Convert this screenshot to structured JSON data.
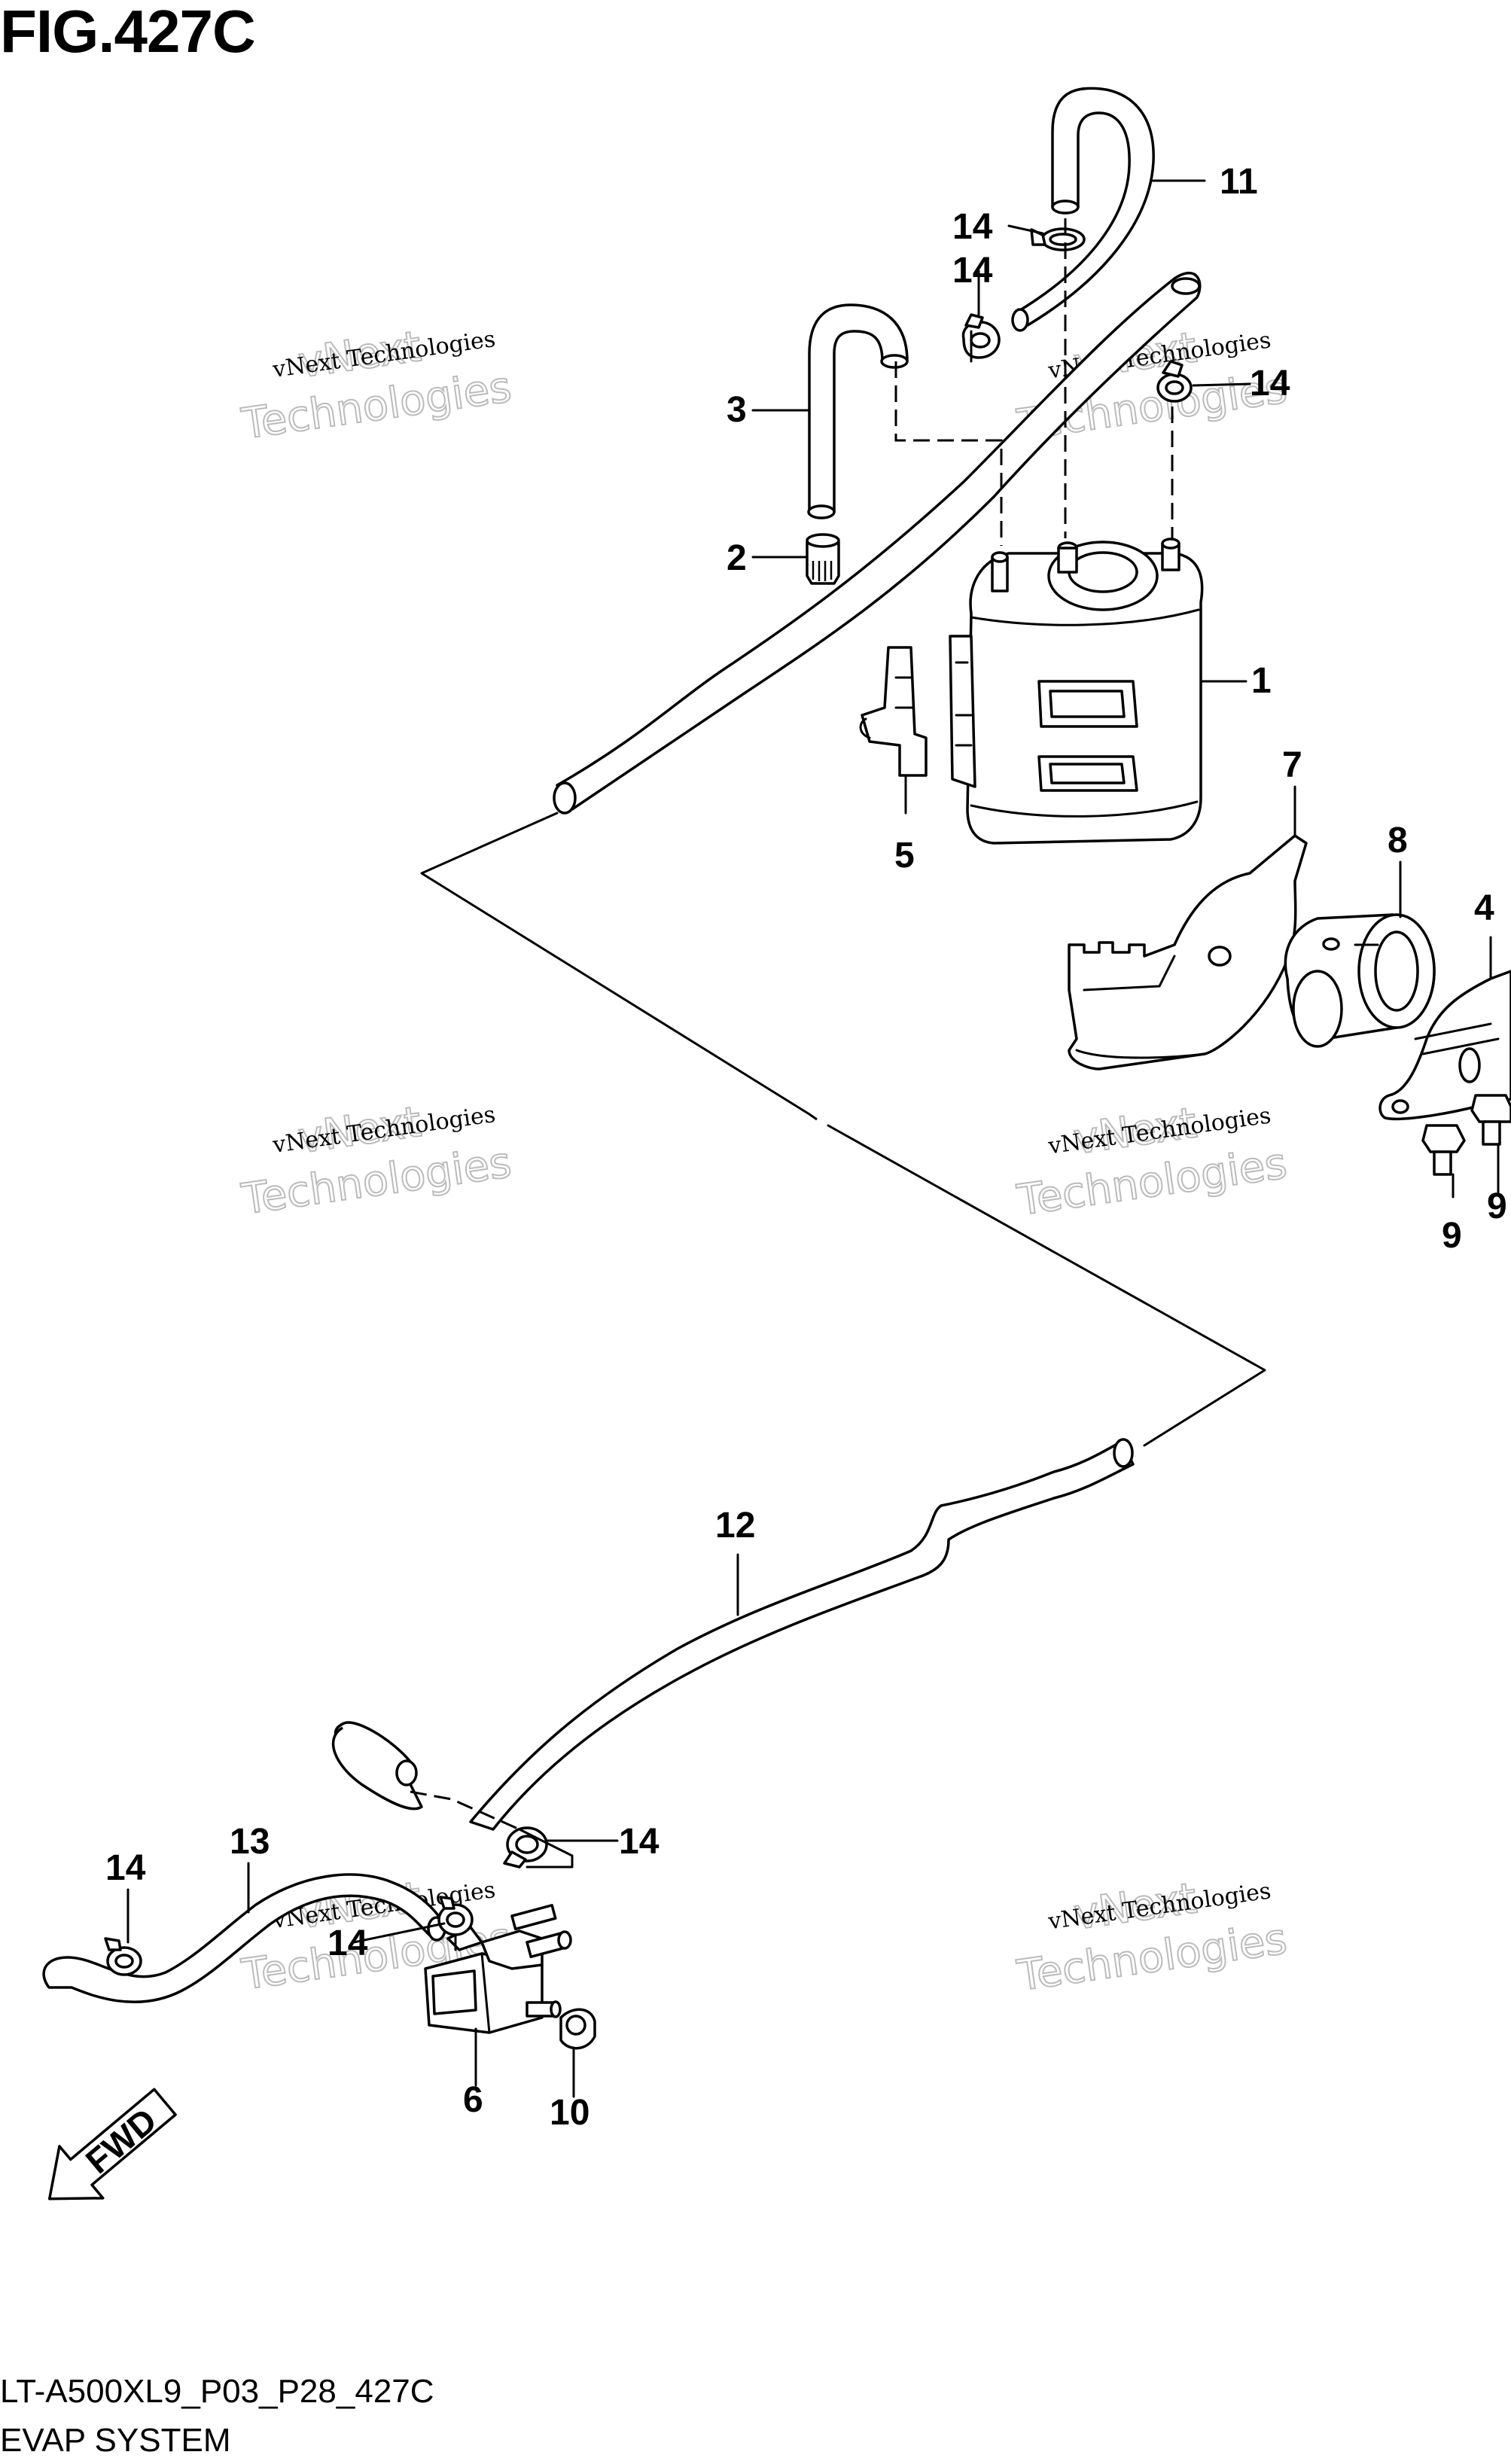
{
  "figure": {
    "title": "FIG.427C",
    "code": "LT-A500XL9_P03_P28_427C",
    "name": "EVAP SYSTEM"
  },
  "callouts": {
    "c1": "1",
    "c2": "2",
    "c3": "3",
    "c4": "4",
    "c5": "5",
    "c6": "6",
    "c7": "7",
    "c8": "8",
    "c9a": "9",
    "c9b": "9",
    "c10": "10",
    "c11": "11",
    "c12": "12",
    "c13": "13",
    "c14a": "14",
    "c14b": "14",
    "c14c": "14",
    "c14d": "14",
    "c14e": "14",
    "c14f": "14"
  },
  "watermark": {
    "company": "vNext Technologies",
    "line1": "vNext",
    "line2": "Technologies"
  },
  "direction_marker": "FWD"
}
